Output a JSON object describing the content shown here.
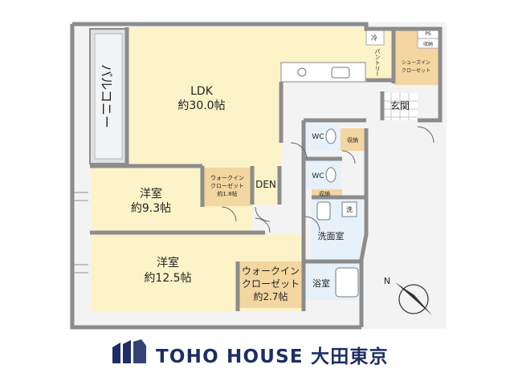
{
  "rooms": {
    "balcony": "バルコニー",
    "ldk_name": "LDK",
    "ldk_size": "約30.0帖",
    "bed1_name": "洋室",
    "bed1_size": "約9.3帖",
    "bed2_name": "洋室",
    "bed2_size": "約12.5帖",
    "wic_small_l1": "ウォークイン",
    "wic_small_l2": "クローゼット",
    "wic_small_l3": "約1.8帖",
    "den": "DEN",
    "wic_large_l1": "ウォークイン",
    "wic_large_l2": "クローゼット",
    "wic_large_l3": "約2.7帖",
    "washroom": "洗面室",
    "bathroom": "浴室",
    "wash_machine": "洗",
    "wc1": "WC",
    "wc2": "WC",
    "storage1": "収納",
    "storage2": "収納",
    "entrance": "玄関",
    "pantry": "パントリー",
    "fridge": "冷",
    "shoes_l1": "シューズイン",
    "shoes_l2": "クローゼット",
    "ps": "PS",
    "storage_small": "収納"
  },
  "compass": {
    "label": "N"
  },
  "brand": {
    "name": "TOHO HOUSE 大田東京"
  },
  "colors": {
    "wall": "#8c8c8c",
    "wood_floor": "#fcf3c8",
    "closet": "#f4d6a0",
    "wet_area": "#e6f1fa",
    "brand": "#1d2e66"
  }
}
